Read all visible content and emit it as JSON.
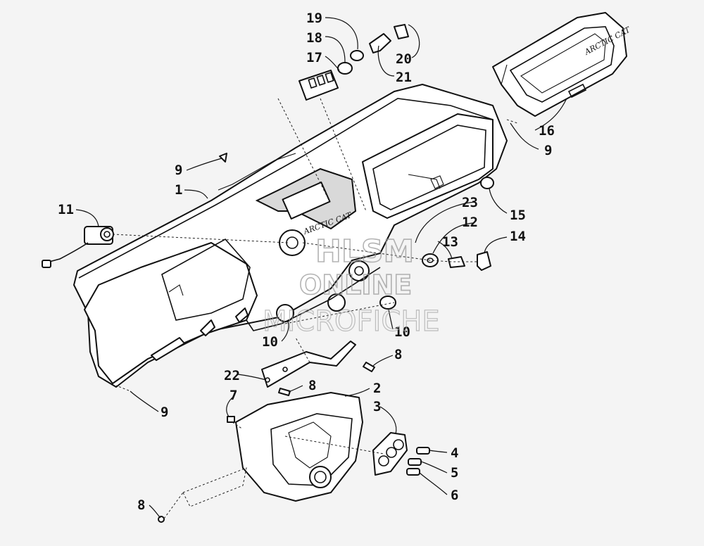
{
  "callouts": [
    {
      "id": "c19",
      "text": "19"
    },
    {
      "id": "c18",
      "text": "18"
    },
    {
      "id": "c17",
      "text": "17"
    },
    {
      "id": "c20",
      "text": "20"
    },
    {
      "id": "c21",
      "text": "21"
    },
    {
      "id": "c16",
      "text": "16"
    },
    {
      "id": "c9a",
      "text": "9"
    },
    {
      "id": "c9b",
      "text": "9"
    },
    {
      "id": "c1",
      "text": "1"
    },
    {
      "id": "c11",
      "text": "11"
    },
    {
      "id": "c23",
      "text": "23"
    },
    {
      "id": "c15",
      "text": "15"
    },
    {
      "id": "c12",
      "text": "12"
    },
    {
      "id": "c13",
      "text": "13"
    },
    {
      "id": "c14",
      "text": "14"
    },
    {
      "id": "c10a",
      "text": "10"
    },
    {
      "id": "c10b",
      "text": "10"
    },
    {
      "id": "c8a",
      "text": "8"
    },
    {
      "id": "c22",
      "text": "22"
    },
    {
      "id": "c8b",
      "text": "8"
    },
    {
      "id": "c9c",
      "text": "9"
    },
    {
      "id": "c7",
      "text": "7"
    },
    {
      "id": "c2",
      "text": "2"
    },
    {
      "id": "c3",
      "text": "3"
    },
    {
      "id": "c4",
      "text": "4"
    },
    {
      "id": "c5",
      "text": "5"
    },
    {
      "id": "c6",
      "text": "6"
    },
    {
      "id": "c8c",
      "text": "8"
    }
  ],
  "logos": {
    "dash_logo": "ARCTIC CAT",
    "cover_logo": "ARCTIC CAT"
  },
  "watermark": {
    "line1": "HLSM",
    "line2": "ONLINE",
    "line3": "MICROFICHE"
  }
}
